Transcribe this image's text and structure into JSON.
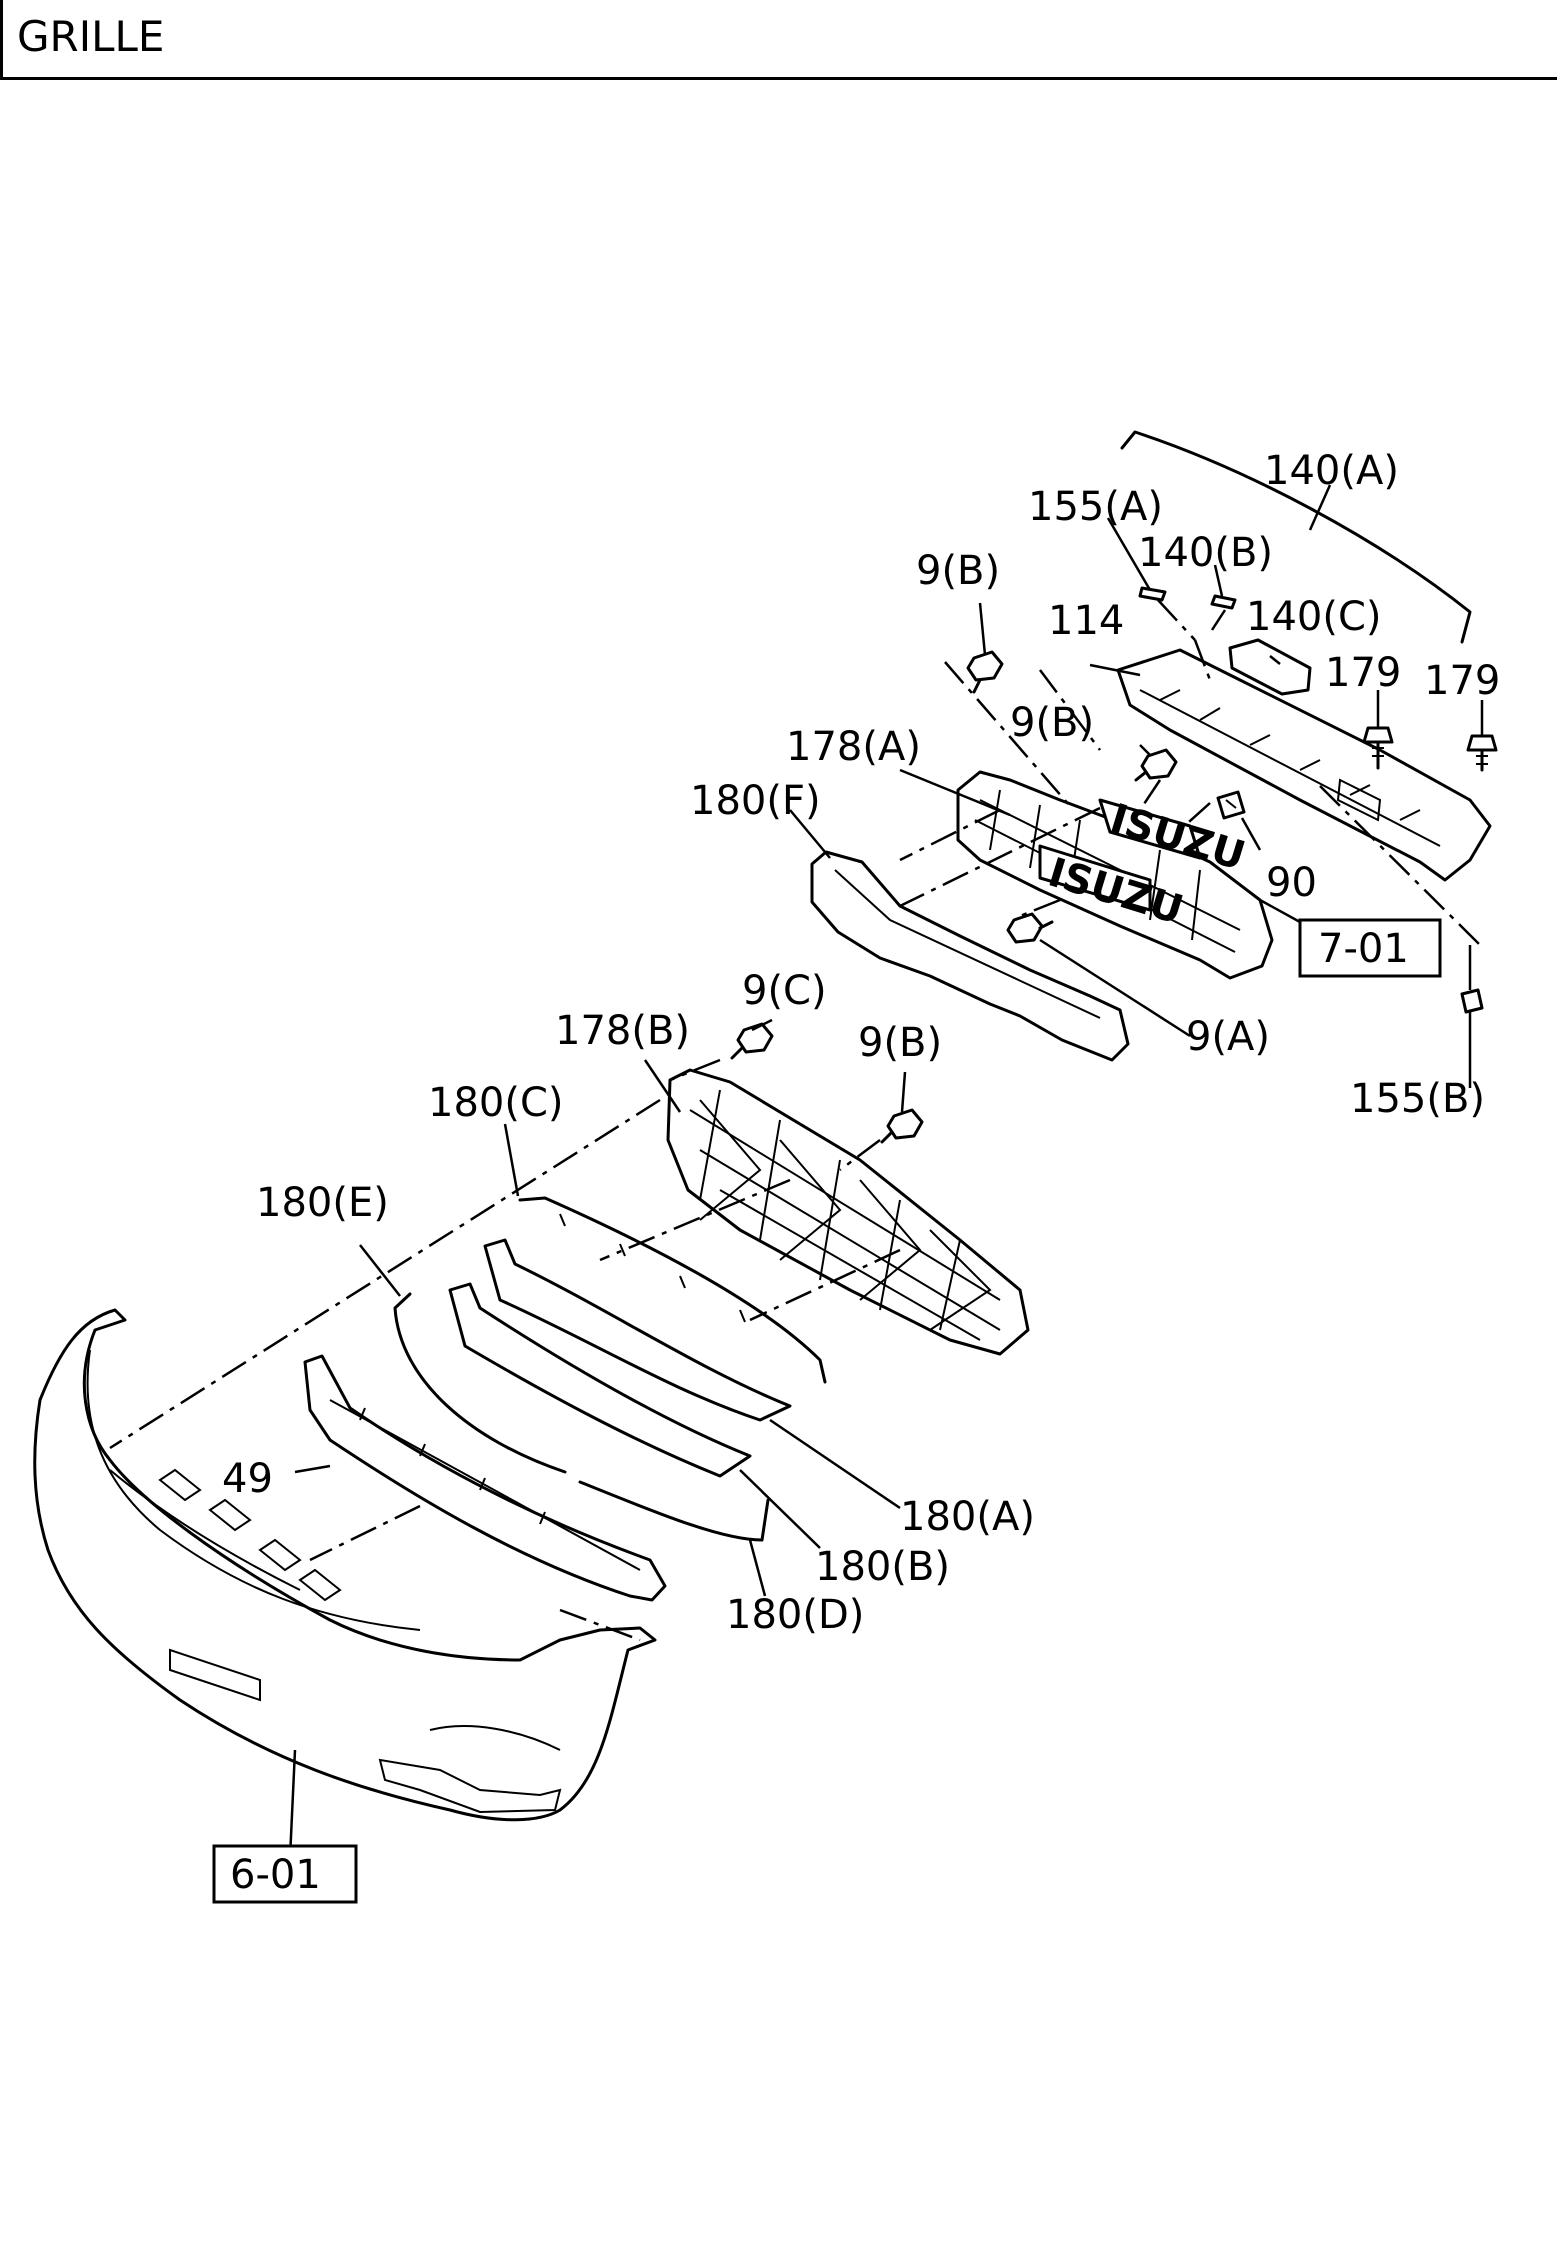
{
  "header": {
    "title": "GRILLE"
  },
  "callouts": {
    "c140A": "140(A)",
    "c155A": "155(A)",
    "c140B": "140(B)",
    "c140C": "140(C)",
    "c9B_top": "9(B)",
    "c114": "114",
    "c179a": "179",
    "c179b": "179",
    "c9B_mid": "9(B)",
    "c178A": "178(A)",
    "c180F": "180(F)",
    "c90": "90",
    "c9A": "9(A)",
    "c155B": "155(B)",
    "c9C": "9(C)",
    "c178B": "178(B)",
    "c9B_low": "9(B)",
    "c180C": "180(C)",
    "c180E": "180(E)",
    "c49": "49",
    "c180A": "180(A)",
    "c180B": "180(B)",
    "c180D": "180(D)"
  },
  "refs": {
    "ref701": "7-01",
    "ref601": "6-01"
  },
  "emblem": "ISUZU"
}
